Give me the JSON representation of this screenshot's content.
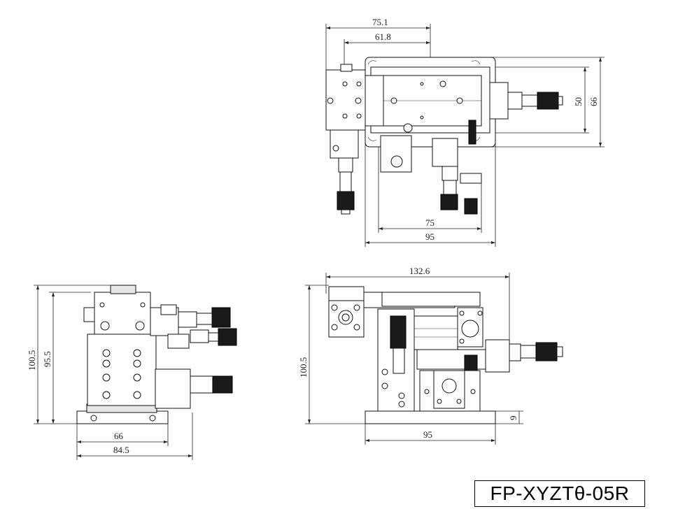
{
  "model_label": "FP-XYZTθ-05R",
  "top_view": {
    "dim_width_overall": "75.1",
    "dim_width_inner": "61.8",
    "dim_height_inner": "50",
    "dim_height_outer": "66",
    "dim_base_inner": "75",
    "dim_base_outer": "95"
  },
  "side_view": {
    "dim_height_total": "100.5",
    "dim_height_body": "95.5",
    "dim_base_inner": "66",
    "dim_base_outer": "84.5"
  },
  "front_view": {
    "dim_length": "132.6",
    "dim_height": "100.5",
    "dim_base": "95",
    "dim_base_thickness": "9"
  }
}
